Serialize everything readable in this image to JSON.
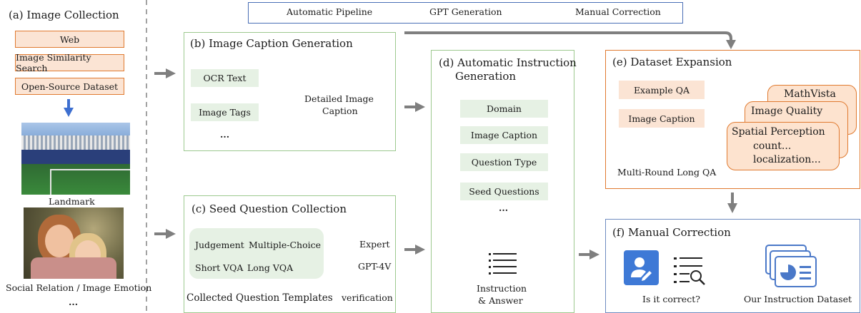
{
  "legend": {
    "automatic": "Automatic Pipeline",
    "gpt": "GPT Generation",
    "manual": "Manual Correction"
  },
  "colors": {
    "gray_arrow": "#7f7f7f",
    "green_arrow": "#6fa98f",
    "blue_arrow": "#3d6fd0",
    "orange": "#e07a30",
    "green_border": "#9dc98f"
  },
  "panel_a": {
    "title": "(a) Image Collection",
    "sources": [
      "Web",
      "Image Similarity Search",
      "Open-Source Dataset"
    ],
    "image1_label": "Landmark",
    "image2_label": "Social Relation / Image Emotion",
    "more": "..."
  },
  "panel_b": {
    "title": "(b) Image Caption Generation",
    "tags": [
      "OCR Text",
      "Image Tags"
    ],
    "more": "...",
    "output_line1": "Detailed Image",
    "output_line2": "Caption"
  },
  "panel_c": {
    "title": "(c) Seed Question Collection",
    "types": [
      "Judgement",
      "Multiple-Choice",
      "Short VQA",
      "Long VQA"
    ],
    "expert": "Expert",
    "gpt4v": "GPT-4V",
    "templates": "Collected Question Templates",
    "verification": "verification"
  },
  "panel_d": {
    "title_line1": "(d) Automatic Instruction",
    "title_line2": "Generation",
    "inputs": [
      "Domain",
      "Image Caption",
      "Question Type",
      "Seed Questions"
    ],
    "more": "...",
    "output_line1": "Instruction",
    "output_line2": "& Answer"
  },
  "panel_e": {
    "title": "(e) Dataset Expansion",
    "inputs": [
      "Example QA",
      "Image Caption"
    ],
    "output": "Multi-Round Long QA",
    "cards": [
      "MathVista",
      "Image Quality",
      "Spatial Perception"
    ],
    "card_sub": [
      "count...",
      "localization..."
    ]
  },
  "panel_f": {
    "title": "(f) Manual Correction",
    "question": "Is it correct?",
    "result": "Our Instruction Dataset"
  }
}
